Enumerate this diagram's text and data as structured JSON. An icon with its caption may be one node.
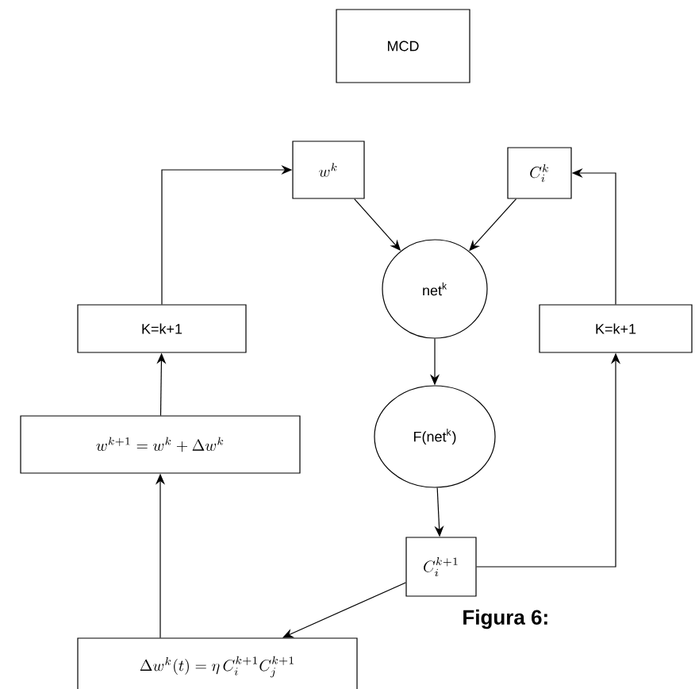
{
  "diagram": {
    "nodes": [
      {
        "text": [
          "MCD"
        ]
      },
      {
        "text": [
          "w^{k}"
        ]
      },
      {
        "text": [
          "C_{i}^{k}"
        ]
      },
      {
        "text": [
          "net$^{k}$"
        ]
      },
      {
        "text": [
          "F(net$^{k}$)"
        ]
      },
      {
        "text": [
          "C_{i}^{k+1}"
        ]
      },
      {
        "text": [
          "K=k+1"
        ]
      },
      {
        "text": [
          "w^{k+1} = w^{k} + \\Delta w^{k}"
        ]
      },
      {
        "text": [
          "\\Delta w^{k}(t) = \\eta\\, C_{i}^{k+1} C_{j}^{k+1}"
        ]
      },
      {
        "text": [
          "K=k+1"
        ]
      }
    ],
    "edges": [
      {
        "from": 1,
        "to": 3,
        "arrow": "to"
      },
      {
        "from": 2,
        "to": 3,
        "arrow": "to"
      },
      {
        "from": 3,
        "to": 4,
        "arrow": "to"
      },
      {
        "from": 4,
        "to": 5,
        "arrow": "to"
      },
      {
        "from": 5,
        "to": 8,
        "arrow": "to"
      },
      {
        "from": 8,
        "to": 7,
        "arrow": "to"
      },
      {
        "from": 7,
        "to": 6,
        "arrow": "to"
      },
      {
        "from": 6,
        "to": 1,
        "arrow": "to"
      },
      {
        "from": 5,
        "to": 9,
        "arrow": "to"
      },
      {
        "from": 9,
        "to": 2,
        "arrow": "to"
      }
    ],
    "labels": [
      "Figura 6:"
    ]
  }
}
